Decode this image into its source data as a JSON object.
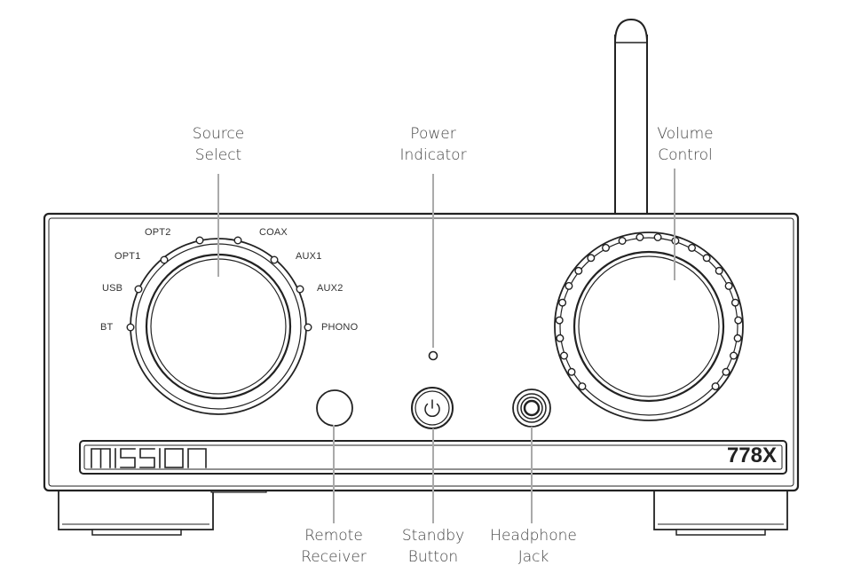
{
  "brand_logo_text": "mission",
  "model_name": "778X",
  "source_inputs": [
    "BT",
    "USB",
    "OPT1",
    "OPT2",
    "COAX",
    "AUX1",
    "AUX2",
    "PHONO"
  ],
  "callouts": {
    "source_select": [
      "Source",
      "Select"
    ],
    "power_indicator": [
      "Power",
      "Indicator"
    ],
    "volume_control": [
      "Volume",
      "Control"
    ],
    "remote_receiver": [
      "Remote",
      "Receiver"
    ],
    "standby_button": [
      "Standby",
      "Button"
    ],
    "headphone_jack": [
      "Headphone",
      "Jack"
    ]
  }
}
